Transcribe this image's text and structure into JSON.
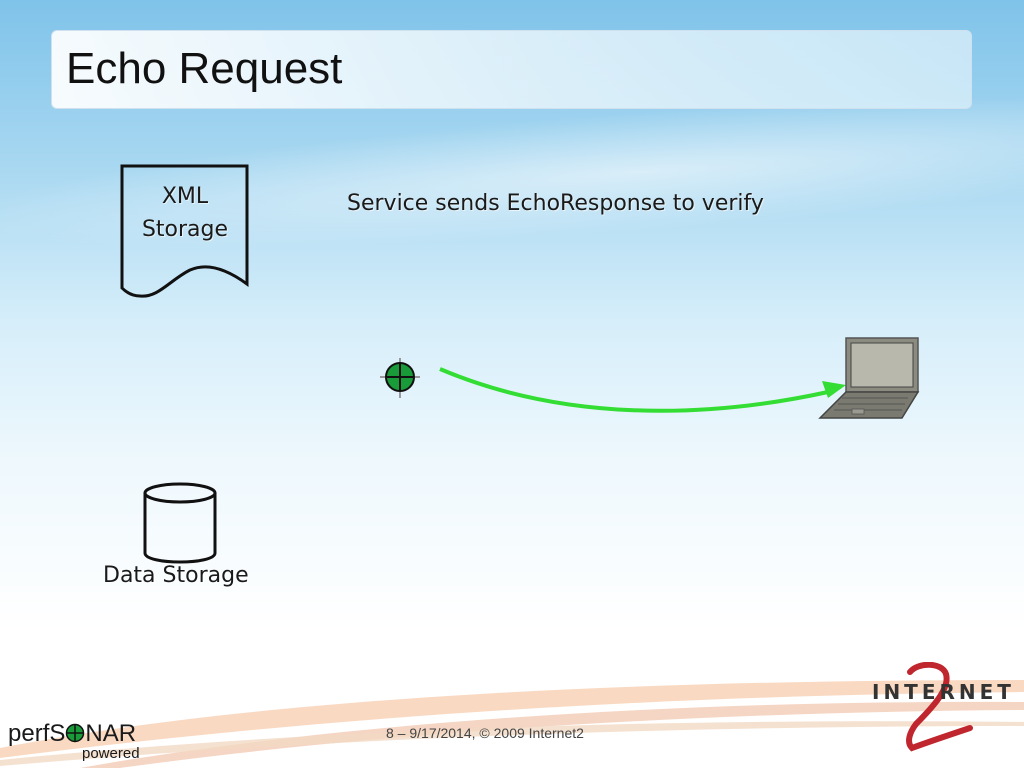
{
  "slide": {
    "title": "Echo Request",
    "footer": "8 – 9/17/2014, © 2009 Internet2"
  },
  "diagram": {
    "xml_storage": {
      "line1": "XML",
      "line2": "Storage",
      "icon": "document-icon"
    },
    "data_storage": {
      "label": "Data Storage",
      "icon": "database-icon"
    },
    "service_message": "Service sends EchoResponse to verify",
    "service_node": {
      "icon": "service-node-icon",
      "color": "#1a9b3a"
    },
    "arrow": {
      "color": "#33dd33"
    },
    "client": {
      "icon": "laptop-icon"
    }
  },
  "logos": {
    "perfsonar_main_left": "perfS",
    "perfsonar_main_right": "NAR",
    "perfsonar_sub": "powered",
    "internet2_text": "INTERNET"
  },
  "colors": {
    "accent_red": "#c0262d",
    "node_green": "#1a9b3a",
    "arrow_green": "#33dd33"
  }
}
